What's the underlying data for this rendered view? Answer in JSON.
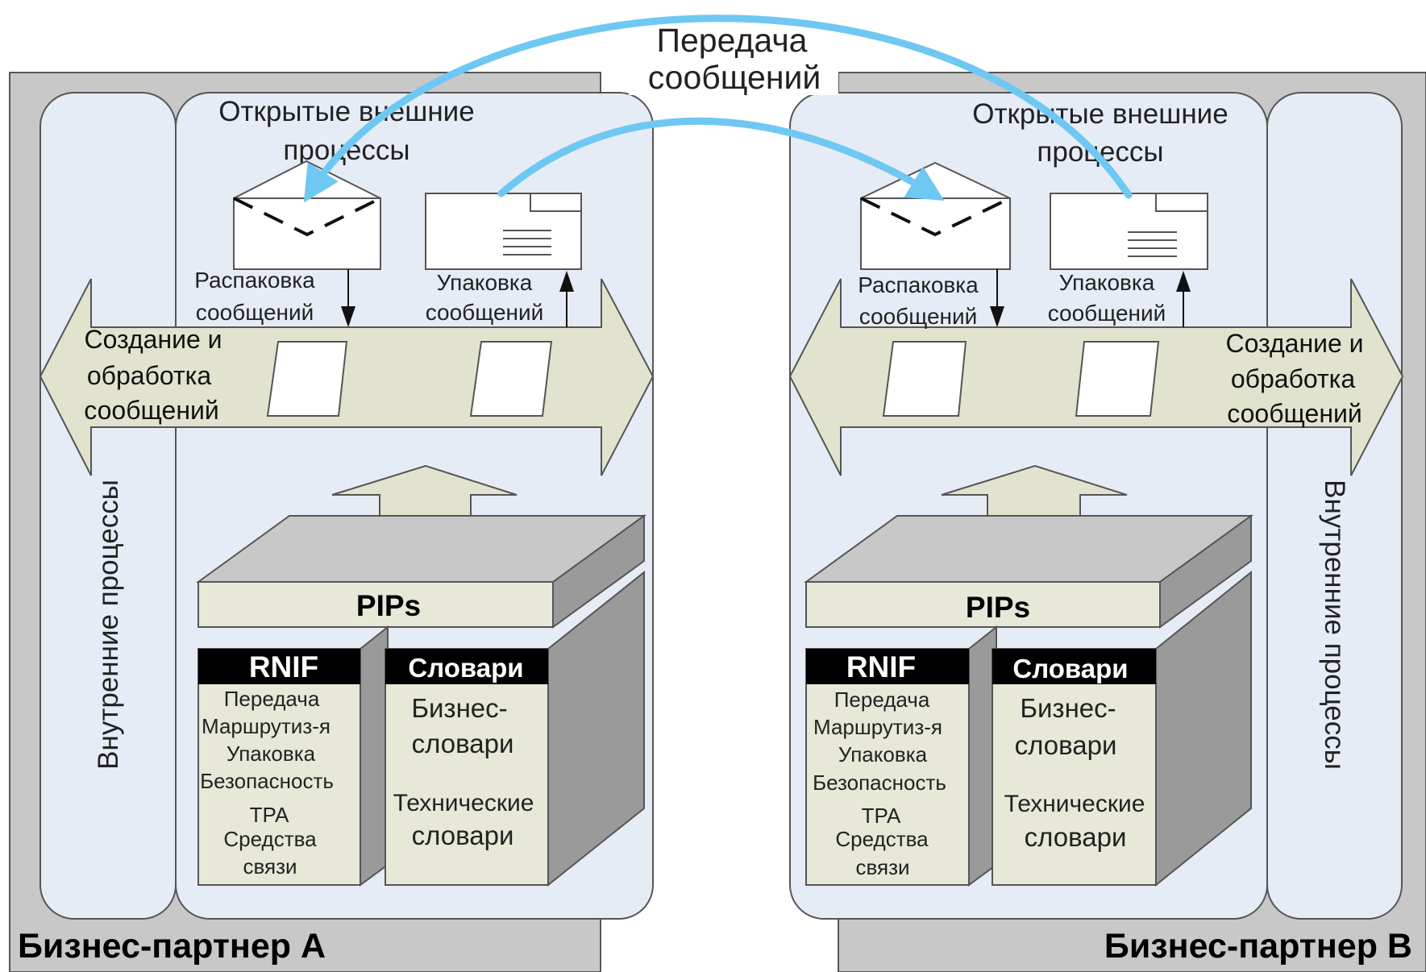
{
  "top_label": {
    "line1": "Передача",
    "line2": "сообщений"
  },
  "partner_a": {
    "title": "Бизнес-партнер A",
    "internal": "Внутренние процессы",
    "open_line1": "Открытые внешние",
    "open_line2": "процессы",
    "unpack_line1": "Распаковка",
    "unpack_line2": "сообщений",
    "pack_line1": "Упаковка",
    "pack_line2": "сообщений",
    "create_line1": "Создание и",
    "create_line2": "обработка",
    "create_line3": "сообщений",
    "pips": "PIPs",
    "rnif_title": "RNIF",
    "rnif_items": [
      "Передача",
      "Маршрутиз-я",
      "Упаковка",
      "Безопасность",
      "TPA",
      "Средства",
      "связи"
    ],
    "dict_title": "Словари",
    "dict_line1": "Бизнес-",
    "dict_line2": "словари",
    "dict_line3": "Технические",
    "dict_line4": "словари"
  },
  "partner_b": {
    "title": "Бизнес-партнер B",
    "internal": "Внутренние процессы",
    "open_line1": "Открытые внешние",
    "open_line2": "процессы",
    "unpack_line1": "Распаковка",
    "unpack_line2": "сообщений",
    "pack_line1": "Упаковка",
    "pack_line2": "сообщений",
    "create_line1": "Создание и",
    "create_line2": "обработка",
    "create_line3": "сообщений",
    "pips": "PIPs",
    "rnif_title": "RNIF",
    "rnif_items": [
      "Передача",
      "Маршрутиз-я",
      "Упаковка",
      "Безопасность",
      "TPA",
      "Средства",
      "связи"
    ],
    "dict_title": "Словари",
    "dict_line1": "Бизнес-",
    "dict_line2": "словари",
    "dict_line3": "Технические",
    "dict_line4": "словари"
  },
  "colors": {
    "partner_bg": "#c8c8c8",
    "panel_fill": "#e6ecf6",
    "arrow_fill": "#e2e3cf",
    "flow_arrow": "#6ec8f2",
    "box_side": "#9a9a9a",
    "box_front": "#e7e8d8",
    "header_black": "#000000"
  }
}
